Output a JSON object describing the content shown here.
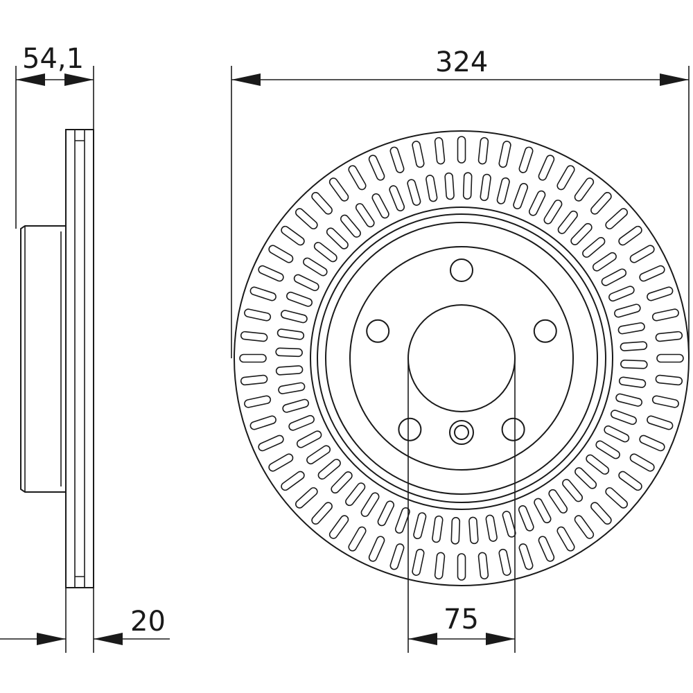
{
  "diagram": {
    "dimensions": {
      "hub_offset": "54,1",
      "outer_diameter": "324",
      "disc_thickness": "20",
      "center_bore": "75"
    },
    "bolt_holes": 5,
    "vent_slots": 60
  },
  "colors": {
    "line": "#1a1a1a",
    "background": "#ffffff"
  }
}
